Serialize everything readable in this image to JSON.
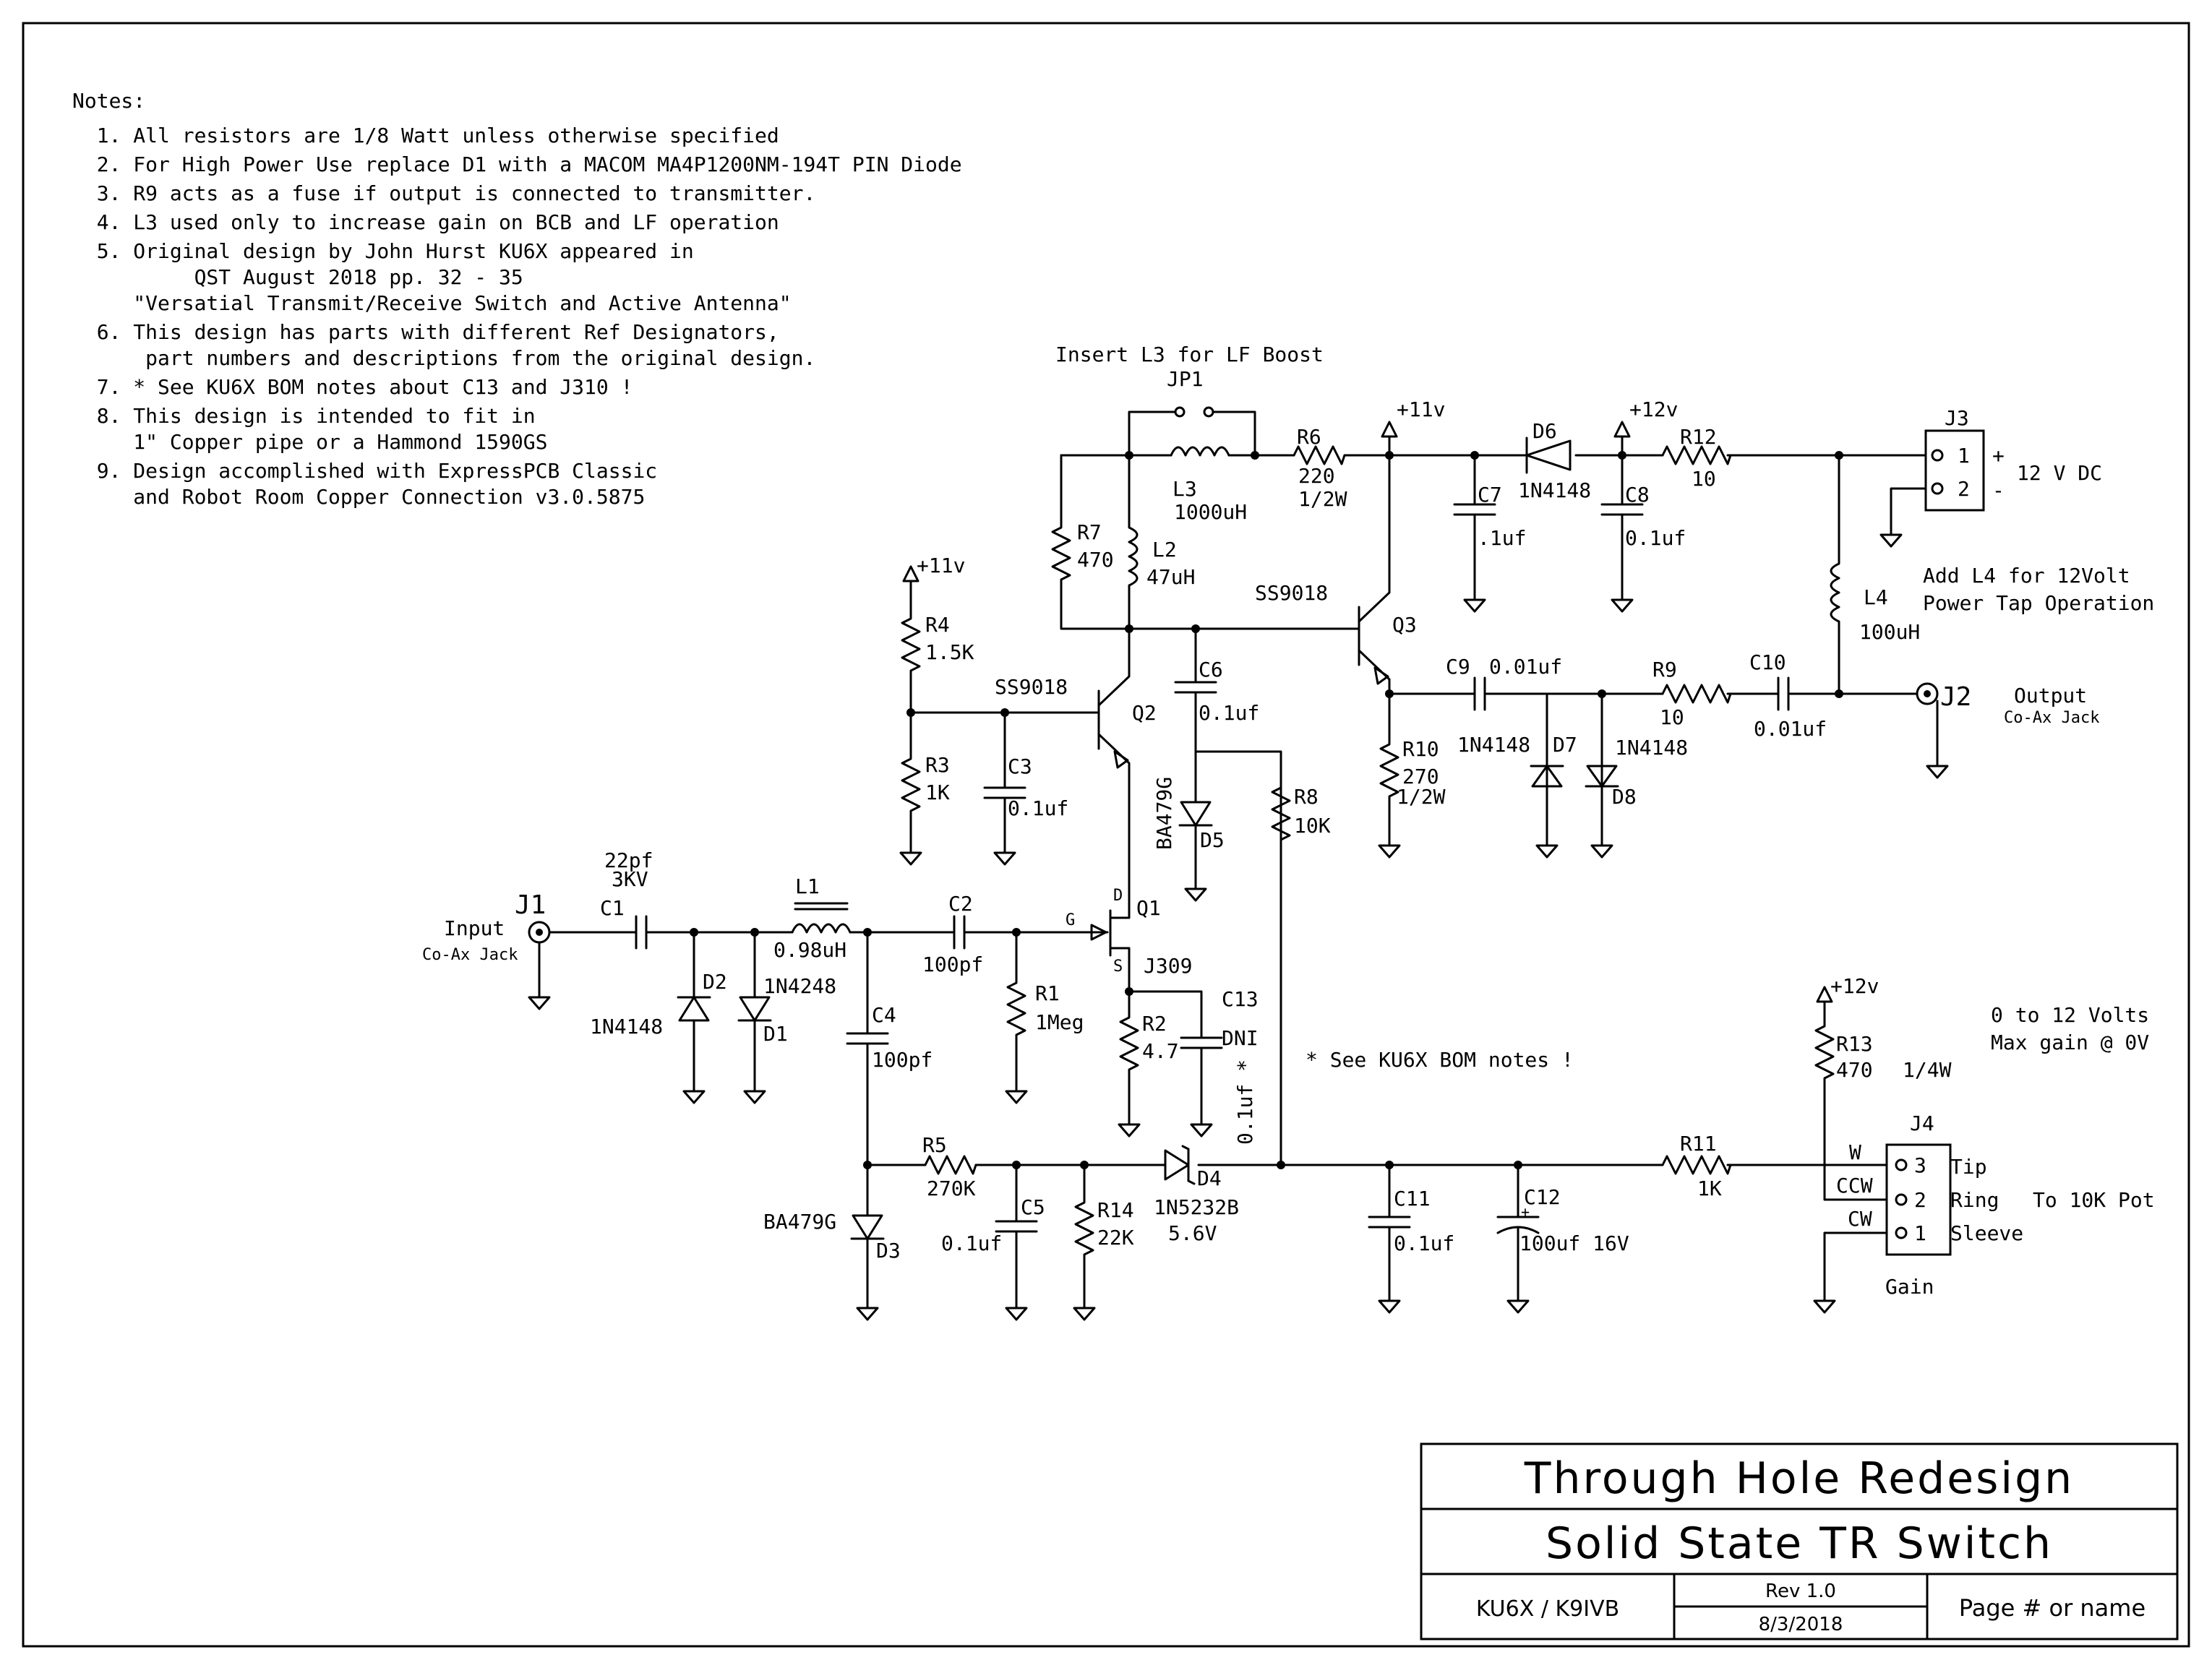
{
  "notes": {
    "title": "Notes:",
    "items": [
      [
        "  1. All resistors are 1/8 Watt unless otherwise specified"
      ],
      [
        "  2. For High Power Use replace D1 with a MACOM MA4P1200NM-194T PIN Diode"
      ],
      [
        "  3. R9 acts as a fuse if output is connected to transmitter."
      ],
      [
        "  4. L3 used only to increase gain on BCB and LF operation"
      ],
      [
        "  5. Original design by John Hurst KU6X appeared in",
        "          QST August 2018 pp. 32 - 35",
        "     \"Versatial Transmit/Receive Switch and Active Antenna\""
      ],
      [
        "  6. This design has parts with different Ref Designators,",
        "      part numbers and descriptions from the original design."
      ],
      [
        "  7. * See KU6X BOM notes about C13 and J310 !"
      ],
      [
        "  8. This design is intended to fit in",
        "     1\" Copper pipe or a Hammond 1590GS"
      ],
      [
        "  9. Design accomplished with ExpressPCB Classic",
        "     and Robot Room Copper Connection v3.0.5875"
      ]
    ]
  },
  "labels": {
    "insert_l3": "Insert L3 for LF Boost",
    "jp1": "JP1",
    "r6": "R6",
    "r6_val": "220",
    "r6_pwr": "1/2W",
    "l3": "L3",
    "l3_val": "1000uH",
    "r7": "R7",
    "r7_val": "470",
    "l2": "L2",
    "l2_val": "47uH",
    "plus11_top": "+11v",
    "d6": "D6",
    "d6_val": "1N4148",
    "plus12_top": "+12v",
    "r12": "R12",
    "r12_val": "10",
    "j3": "J3",
    "j3_pin1": "1",
    "j3_pin2": "2",
    "j3_plus": "+",
    "j3_minus": "-",
    "j3_desc": "12 V DC",
    "c7": "C7",
    "c7_val": ".1uf",
    "c8": "C8",
    "c8_val": "0.1uf",
    "l4": "L4",
    "l4_val": "100uH",
    "l4_note1": "Add L4 for 12Volt",
    "l4_note2": "Power Tap Operation",
    "ss9018_q3": "SS9018",
    "q3": "Q3",
    "plus11_left": "+11v",
    "r4": "R4",
    "r4_val": "1.5K",
    "c6": "C6",
    "c6_val": "0.1uf",
    "c9": "C9",
    "c9_val": "0.01uf",
    "r9": "R9",
    "r9_val": "10",
    "c10": "C10",
    "c10_val": "0.01uf",
    "j2": "J2",
    "output": "Output",
    "coax_out": "Co-Ax Jack",
    "ss9018_q2": "SS9018",
    "q2": "Q2",
    "r3": "R3",
    "r3_val": "1K",
    "c3": "C3",
    "c3_val": "0.1uf",
    "d5_part": "BA479G",
    "d5": "D5",
    "r8": "R8",
    "r8_val": "10K",
    "r10": "R10",
    "r10_val": "270",
    "r10_pwr": "1/2W",
    "d7_part": "1N4148",
    "d7": "D7",
    "d8_part": "1N4148",
    "d8": "D8",
    "c1_val": "22pf",
    "c1_v": "3KV",
    "c1": "C1",
    "j1": "J1",
    "input": "Input",
    "coax_in": "Co-Ax Jack",
    "l1": "L1",
    "l1_val": "0.98uH",
    "c2": "C2",
    "c2_val": "100pf",
    "q1": "Q1",
    "q1_d": "D",
    "q1_g": "G",
    "q1_s": "S",
    "j309": "J309",
    "c13": "C13",
    "c13_val": "DNI",
    "c13_alt": "0.1uf *",
    "d2": "D2",
    "d2_part": "1N4148",
    "d1": "D1",
    "d1_part": "1N4248",
    "c4": "C4",
    "c4_val": "100pf",
    "r1": "R1",
    "r1_val": "1Meg",
    "r2": "R2",
    "r2_val": "4.7",
    "bom_note": "* See KU6X BOM notes !",
    "plus12_bottom": "+12v",
    "r13": "R13",
    "r13_val": "470",
    "r13_pwr": "1/4W",
    "gain_note1": "0 to 12 Volts",
    "gain_note2": "Max gain @ 0V",
    "r5": "R5",
    "r5_val": "270K",
    "d3_part": "BA479G",
    "d3": "D3",
    "c5": "C5",
    "c5_val": "0.1uf",
    "r14": "R14",
    "r14_val": "22K",
    "d4": "D4",
    "d4_part": "1N5232B",
    "d4_v": "5.6V",
    "c11": "C11",
    "c11_val": "0.1uf",
    "c12": "C12",
    "c12_val": "100uf 16V",
    "c12_plus": "+",
    "r11": "R11",
    "r11_val": "1K",
    "j4": "J4",
    "w": "W",
    "ccw": "CCW",
    "cw": "CW",
    "pin3": "3",
    "pin2": "2",
    "pin1": "1",
    "tip": "Tip",
    "ring": "Ring",
    "sleeve": "Sleeve",
    "pot": "To 10K Pot",
    "gain": "Gain"
  },
  "title_block": {
    "title1": "Through Hole Redesign",
    "title2": "Solid State TR Switch",
    "authors": "KU6X / K9IVB",
    "rev": "Rev 1.0",
    "date": "8/3/2018",
    "page": "Page # or name"
  }
}
